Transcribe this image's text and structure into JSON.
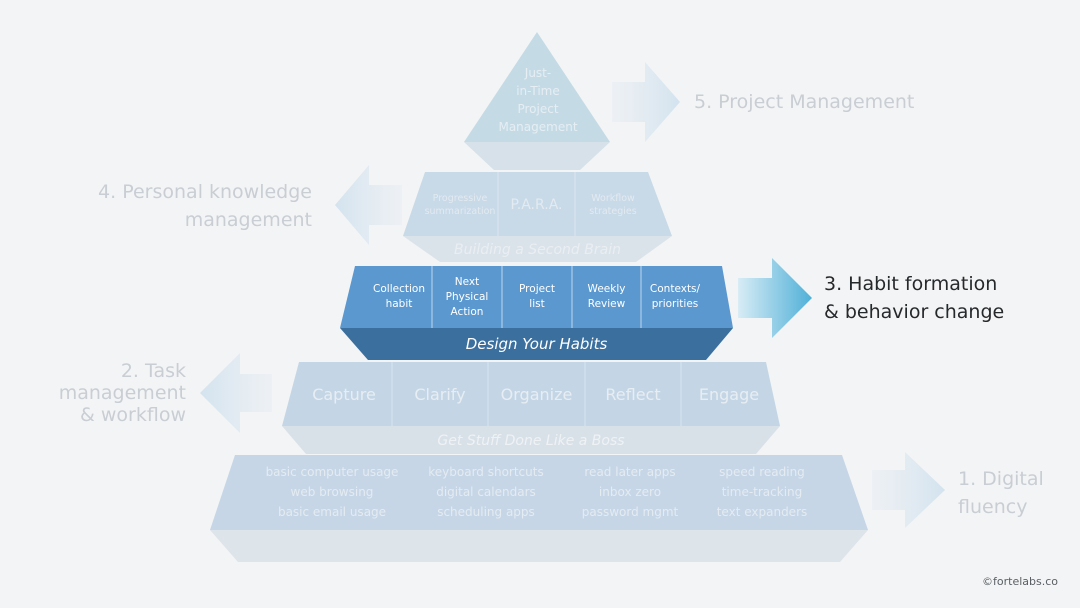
{
  "levels": {
    "l5": {
      "side_label": "5. Project Management",
      "cells": [
        "Just-\nin-Time\nProject\nManagement"
      ]
    },
    "l4": {
      "side_label": "4. Personal knowledge\nmanagement",
      "band": "Building a Second Brain",
      "cells": [
        "Progressive\nsummarization",
        "P.A.R.A.",
        "Workflow\nstrategies"
      ]
    },
    "l3": {
      "side_label": "3. Habit formation\n& behavior change",
      "band": "Design Your Habits",
      "cells": [
        "Collection\nhabit",
        "Next\nPhysical\nAction",
        "Project\nlist",
        "Weekly\nReview",
        "Contexts/\npriorities"
      ]
    },
    "l2": {
      "side_label": "2. Task\nmanagement\n& workflow",
      "band": "Get Stuff Done Like a Boss",
      "cells": [
        "Capture",
        "Clarify",
        "Organize",
        "Reflect",
        "Engage"
      ]
    },
    "l1": {
      "side_label": "1. Digital\nfluency",
      "cells": [
        "basic computer usage\nweb browsing\nbasic email usage",
        "keyboard shortcuts\ndigital calendars\nscheduling apps",
        "read later apps\ninbox zero\npassword mgmt",
        "speed reading\ntime-tracking\ntext expanders"
      ]
    }
  },
  "copyright": "©fortelabs.co",
  "colors": {
    "active_top": "#5b98cf",
    "active_band": "#3b6f9e",
    "active_arrow": "#4fb0d8",
    "faded_top": "#c4d6e6",
    "faded_band": "#dce4eb",
    "faded_text": "#c2c8cf"
  }
}
